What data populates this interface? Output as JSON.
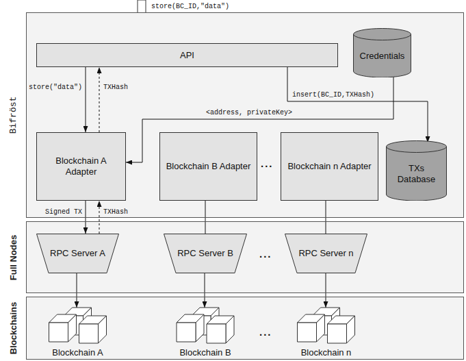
{
  "diagram": {
    "nodes": [
      {
        "text": [
          "Bifröst"
        ]
      },
      {
        "text": [
          "API"
        ],
        "in": 0
      },
      {
        "text": [
          "Credentials"
        ],
        "in": 0
      },
      {
        "text": [
          "Blockchain A Adapter"
        ],
        "in": 0
      },
      {
        "text": [
          "Blockchain B Adapter"
        ],
        "in": 0
      },
      {
        "text": [
          "Blockchain n Adapter"
        ],
        "in": 0
      },
      {
        "text": [
          "TXs Database"
        ],
        "in": 0
      },
      {
        "text": [
          "Full Nodes"
        ]
      },
      {
        "text": [
          "RPC Server A"
        ],
        "in": 7
      },
      {
        "text": [
          "RPC Server B"
        ],
        "in": 7
      },
      {
        "text": [
          "RPC Server n"
        ],
        "in": 7
      },
      {
        "text": [
          "Blockchains"
        ]
      },
      {
        "text": [
          "Blockchain A"
        ],
        "in": 11
      },
      {
        "text": [
          "Blockchain B"
        ],
        "in": 11
      },
      {
        "text": [
          "Blockchain n"
        ],
        "in": 11
      }
    ],
    "edges": [
      {
        "from": 1,
        "to": 3,
        "arrow": "to",
        "label": "store(\"data\")"
      },
      {
        "from": 3,
        "to": 1,
        "arrow": "to",
        "label": "TXHash"
      },
      {
        "from": 1,
        "to": 6,
        "arrow": "to",
        "label": "insert(BC_ID,TXHash)"
      },
      {
        "from": 2,
        "to": 3,
        "arrow": "to",
        "label": "<address, privateKey>"
      },
      {
        "from": 3,
        "to": 8,
        "arrow": "to",
        "label": "Signed TX"
      },
      {
        "from": 8,
        "to": 3,
        "arrow": "to",
        "label": "TXHash"
      },
      {
        "from": 4,
        "to": 9,
        "arrow": "none"
      },
      {
        "from": 5,
        "to": 10,
        "arrow": "none"
      },
      {
        "from": 8,
        "to": 12,
        "arrow": "to"
      },
      {
        "from": 9,
        "to": 13,
        "arrow": "to"
      },
      {
        "from": 10,
        "to": 14,
        "arrow": "to"
      }
    ],
    "labels": [
      "store(BC_ID,\"data\")",
      "...",
      "...",
      "..."
    ]
  }
}
